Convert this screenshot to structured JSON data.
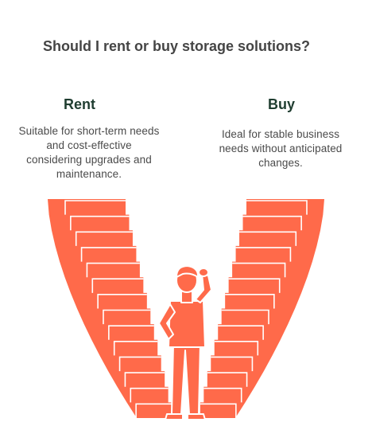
{
  "title": "Should I rent or buy storage solutions?",
  "options": [
    {
      "key": "rent",
      "heading": "Rent",
      "description": "Suitable for short-term needs and cost-effective considering upgrades and maintenance."
    },
    {
      "key": "buy",
      "heading": "Buy",
      "description": "Ideal for stable business needs without anticipated changes."
    }
  ],
  "colors": {
    "stairs": "#ff6a4a",
    "stair_edge": "#ffffff",
    "figure": "#ff6a4a",
    "heading": "#1f3d30",
    "title": "#454545",
    "text": "#4a4a4a"
  },
  "icons": {
    "illustration": "person-choosing-between-two-staircases"
  }
}
